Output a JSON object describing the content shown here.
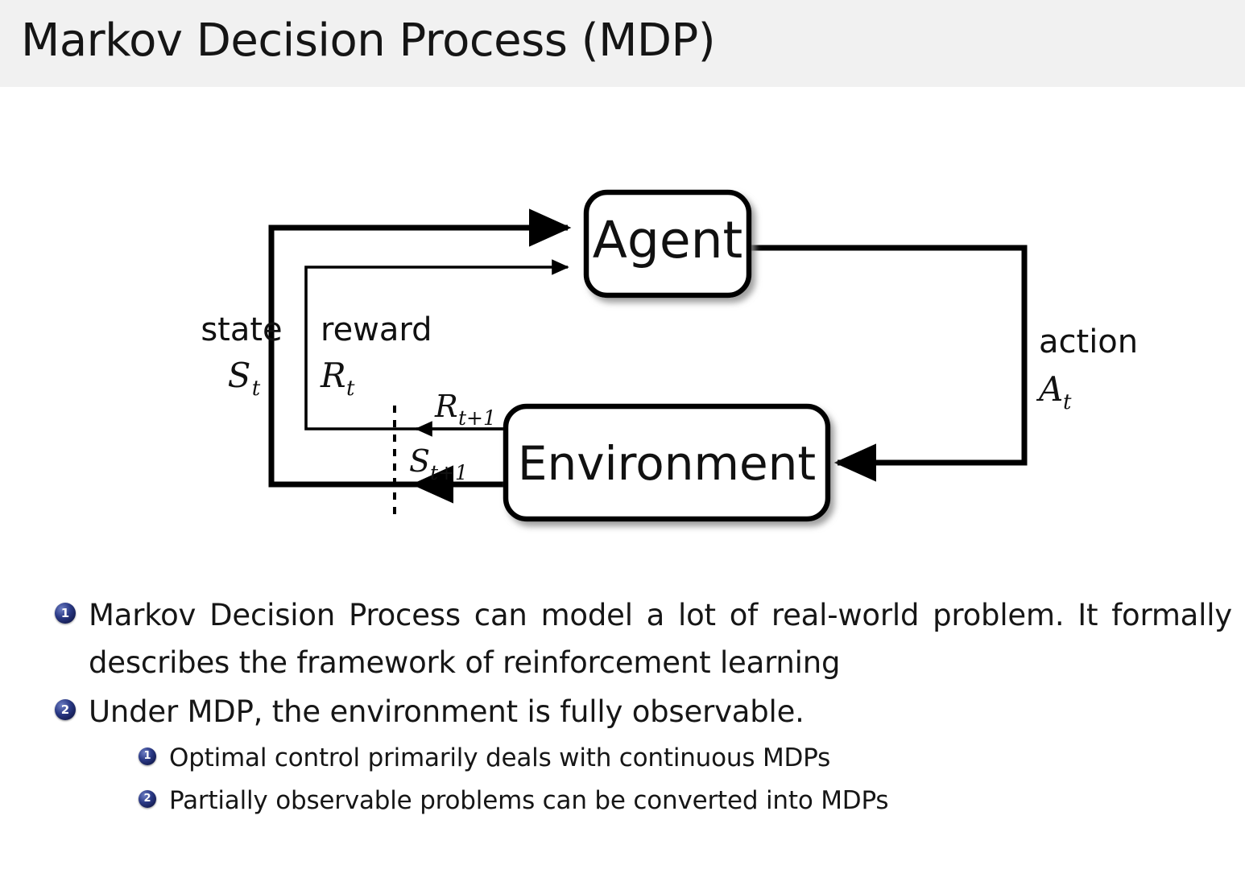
{
  "header": {
    "title": "Markov Decision Process (MDP)",
    "band_color": "#f1f1f1"
  },
  "diagram": {
    "type": "agent-environment-interaction-loop",
    "nodes": [
      {
        "id": "agent",
        "label": "Agent"
      },
      {
        "id": "environment",
        "label": "Environment"
      }
    ],
    "edge_labels": {
      "state_word": "state",
      "state_symbol": "S",
      "state_subscript": "t",
      "reward_word": "reward",
      "reward_symbol": "R",
      "reward_subscript": "t",
      "action_word": "action",
      "action_symbol": "A",
      "action_subscript": "t",
      "next_reward_symbol": "R",
      "next_reward_subscript": "t+1",
      "next_state_symbol": "S",
      "next_state_subscript": "t+1"
    },
    "stroke_color": "#000000",
    "box_fill": "#ffffff"
  },
  "bullets": {
    "level1": [
      {
        "number": "1",
        "text": "Markov Decision Process can model a lot of real-world problem. It formally describes the framework of reinforcement learning"
      },
      {
        "number": "2",
        "text": "Under MDP, the environment is fully observable."
      }
    ],
    "level2": [
      {
        "number": "1",
        "text": "Optimal control primarily deals with continuous MDPs"
      },
      {
        "number": "2",
        "text": "Partially observable problems can be converted into MDPs"
      }
    ],
    "badge_color": "#22307e"
  }
}
